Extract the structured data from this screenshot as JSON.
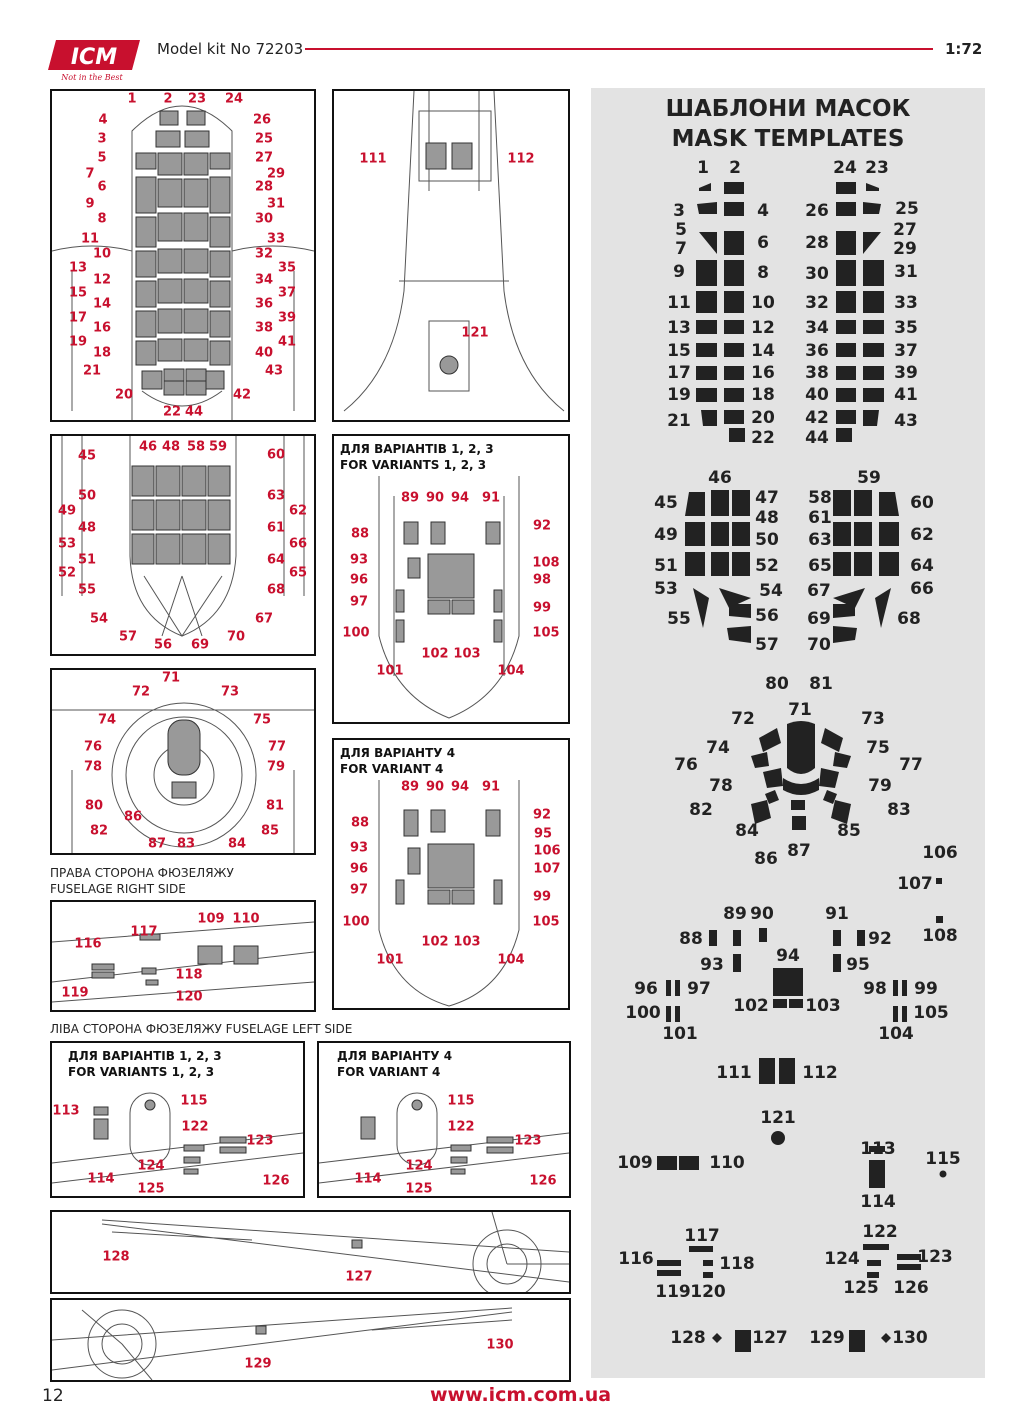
{
  "header": {
    "logo_text": "ICM",
    "logo_tagline": "Not in the Best",
    "title": "Model kit No 72203",
    "scale": "1:72",
    "accent_color": "#c8102e"
  },
  "panels": {
    "p1": {
      "labels": [
        "1",
        "2",
        "23",
        "24",
        "4",
        "26",
        "3",
        "25",
        "5",
        "27",
        "7",
        "29",
        "6",
        "28",
        "9",
        "31",
        "8",
        "30",
        "11",
        "33",
        "10",
        "32",
        "13",
        "35",
        "12",
        "34",
        "15",
        "37",
        "14",
        "36",
        "17",
        "39",
        "16",
        "38",
        "19",
        "41",
        "18",
        "40",
        "21",
        "43",
        "20",
        "42",
        "22",
        "44"
      ]
    },
    "p2": {
      "labels": [
        "111",
        "112",
        "121"
      ]
    },
    "p3": {
      "labels": [
        "45",
        "46",
        "48",
        "58",
        "59",
        "60",
        "50",
        "63",
        "49",
        "62",
        "48",
        "61",
        "53",
        "66",
        "51",
        "64",
        "52",
        "65",
        "55",
        "68",
        "54",
        "67",
        "57",
        "56",
        "69",
        "70"
      ]
    },
    "p4": {
      "variant_ua": "ДЛЯ ВАРІАНТІВ 1, 2, 3",
      "variant_en": "FOR VARIANTS 1, 2, 3",
      "labels": [
        "89",
        "90",
        "94",
        "91",
        "88",
        "92",
        "93",
        "108",
        "96",
        "98",
        "97",
        "99",
        "100",
        "105",
        "101",
        "102",
        "103",
        "104"
      ]
    },
    "p5": {
      "labels": [
        "71",
        "72",
        "73",
        "74",
        "75",
        "76",
        "77",
        "78",
        "79",
        "80",
        "81",
        "82",
        "86",
        "87",
        "83",
        "84",
        "85"
      ]
    },
    "p6": {
      "variant_ua": "ДЛЯ ВАРІАНТУ 4",
      "variant_en": "FOR VARIANT 4",
      "labels": [
        "89",
        "90",
        "94",
        "91",
        "88",
        "92",
        "95",
        "93",
        "106",
        "96",
        "107",
        "97",
        "99",
        "100",
        "105",
        "101",
        "102",
        "103",
        "104"
      ]
    },
    "right_side_caption_ua": "ПРАВА СТОРОНА ФЮЗЕЛЯЖУ",
    "right_side_caption_en": "FUSELAGE RIGHT SIDE",
    "p7": {
      "labels": [
        "117",
        "109",
        "110",
        "116",
        "118",
        "119",
        "120"
      ]
    },
    "left_side_caption": "ЛІВА СТОРОНА ФЮЗЕЛЯЖУ     FUSELAGE LEFT SIDE",
    "p8": {
      "variant_ua": "ДЛЯ ВАРІАНТІВ 1, 2, 3",
      "variant_en": "FOR VARIANTS 1, 2, 3",
      "labels": [
        "113",
        "115",
        "122",
        "123",
        "124",
        "126",
        "114",
        "125"
      ]
    },
    "p9": {
      "variant_ua": "ДЛЯ ВАРІАНТУ 4",
      "variant_en": "FOR VARIANT 4",
      "labels": [
        "115",
        "122",
        "123",
        "124",
        "126",
        "114",
        "125"
      ]
    },
    "p10": {
      "labels": [
        "128",
        "127"
      ]
    },
    "p11": {
      "labels": [
        "129",
        "130"
      ]
    }
  },
  "masks": {
    "title_ua": "ШАБЛОНИ МАСОК",
    "title_en": "MASK TEMPLATES",
    "numbers": [
      "1",
      "2",
      "24",
      "23",
      "3",
      "4",
      "26",
      "25",
      "5",
      "27",
      "7",
      "6",
      "28",
      "29",
      "9",
      "8",
      "30",
      "31",
      "11",
      "10",
      "32",
      "33",
      "13",
      "12",
      "34",
      "35",
      "15",
      "14",
      "36",
      "37",
      "17",
      "16",
      "38",
      "39",
      "19",
      "18",
      "40",
      "41",
      "21",
      "20",
      "42",
      "43",
      "22",
      "44",
      "46",
      "59",
      "45",
      "47",
      "58",
      "60",
      "48",
      "61",
      "49",
      "50",
      "63",
      "62",
      "51",
      "52",
      "65",
      "64",
      "53",
      "54",
      "67",
      "66",
      "55",
      "56",
      "69",
      "68",
      "57",
      "70",
      "80",
      "81",
      "71",
      "72",
      "73",
      "74",
      "75",
      "76",
      "77",
      "78",
      "79",
      "82",
      "83",
      "84",
      "85",
      "86",
      "87",
      "106",
      "107",
      "108",
      "89",
      "90",
      "91",
      "88",
      "92",
      "94",
      "93",
      "95",
      "96",
      "97",
      "98",
      "99",
      "100",
      "102",
      "103",
      "105",
      "101",
      "104",
      "111",
      "112",
      "121",
      "109",
      "110",
      "113",
      "115",
      "114",
      "117",
      "122",
      "116",
      "118",
      "124",
      "123",
      "119",
      "120",
      "125",
      "126",
      "128",
      "127",
      "129",
      "130"
    ]
  },
  "footer": {
    "page_number": "12",
    "url": "www.icm.com.ua"
  }
}
